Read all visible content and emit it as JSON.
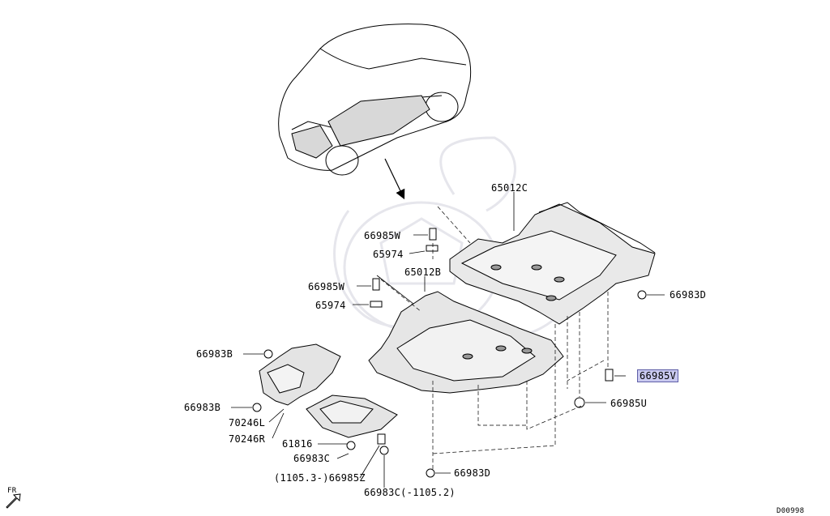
{
  "labels": {
    "p65012C": "65012C",
    "p66985W_1": "66985W",
    "p65974_1": "65974",
    "p65012B": "65012B",
    "p66985W_2": "66985W",
    "p65974_2": "65974",
    "p66983D_1": "66983D",
    "p66983B_1": "66983B",
    "p66985V": "66985V",
    "p66985U": "66985U",
    "p66983B_2": "66983B",
    "p70246L": "70246L",
    "p70246R": "70246R",
    "p61816": "61816",
    "p66983C_1": "66983C",
    "p66985Z": "(1105.3-)66985Z",
    "p66983D_2": "66983D",
    "p66983C_2": "66983C(-1105.2)",
    "fr": "FR",
    "diagram_code": "D00998"
  },
  "highlight": {
    "part": "p66985V",
    "fill": "#c9c9ef",
    "border": "#5f5fa8"
  },
  "icons": {
    "front_arrow": "front-arrow-icon",
    "watermark": "watermark-logo"
  }
}
